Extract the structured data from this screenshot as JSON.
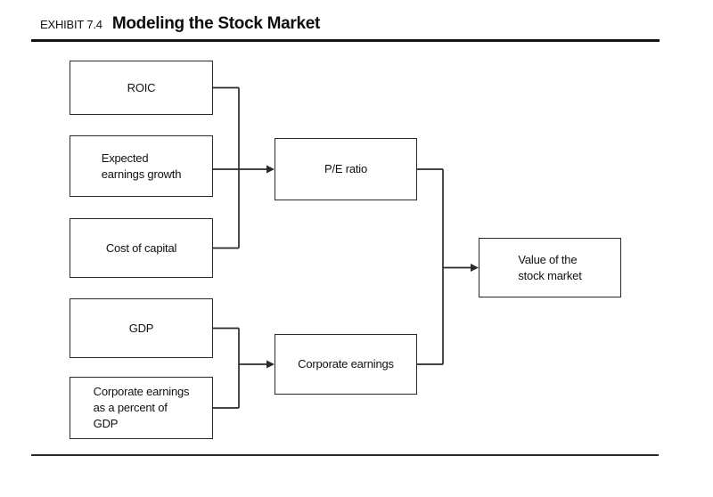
{
  "header": {
    "exhibit_label": "EXHIBIT 7.4",
    "title": "Modeling the Stock Market"
  },
  "diagram": {
    "nodes": {
      "roic": {
        "label": "ROIC"
      },
      "expected_earnings_growth": {
        "label": "Expected\nearnings growth"
      },
      "cost_of_capital": {
        "label": "Cost of capital"
      },
      "gdp": {
        "label": "GDP"
      },
      "corporate_earnings_pct_gdp": {
        "label": "Corporate earnings\nas a percent of\nGDP"
      },
      "pe_ratio": {
        "label": "P/E ratio"
      },
      "corporate_earnings": {
        "label": "Corporate earnings"
      },
      "value_of_stock_market": {
        "label": "Value of the\nstock market"
      }
    },
    "edges": [
      {
        "from": "roic",
        "to": "pe_ratio"
      },
      {
        "from": "expected_earnings_growth",
        "to": "pe_ratio"
      },
      {
        "from": "cost_of_capital",
        "to": "pe_ratio"
      },
      {
        "from": "gdp",
        "to": "corporate_earnings"
      },
      {
        "from": "corporate_earnings_pct_gdp",
        "to": "corporate_earnings"
      },
      {
        "from": "pe_ratio",
        "to": "value_of_stock_market"
      },
      {
        "from": "corporate_earnings",
        "to": "value_of_stock_market"
      }
    ],
    "colors": {
      "line": "#2a2a2a",
      "text": "#111111"
    }
  }
}
